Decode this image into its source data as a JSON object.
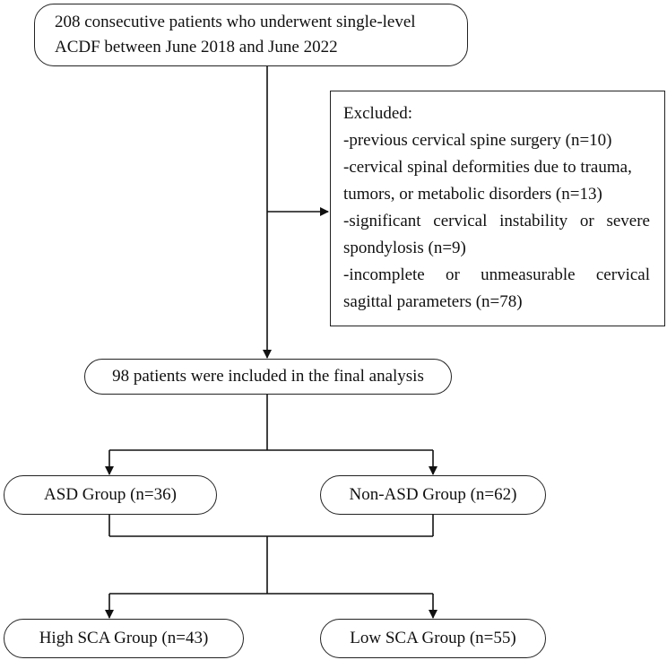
{
  "flowchart": {
    "start": {
      "line1": "208 consecutive patients who underwent single-level",
      "line2": "ACDF between June 2018 and June 2022"
    },
    "excluded": {
      "heading": "Excluded:",
      "lines": [
        "-previous cervical spine surgery (n=10)",
        "-cervical spinal deformities due to trauma,",
        "tumors, or metabolic disorders (n=13)",
        "-significant cervical instability or severe",
        "spondylosis (n=9)",
        "-incomplete or unmeasurable cervical",
        "sagittal parameters (n=78)"
      ]
    },
    "included": "98 patients were included in the final analysis",
    "groups": {
      "asd": "ASD Group (n=36)",
      "non_asd": "Non-ASD Group (n=62)"
    },
    "sca_groups": {
      "high": "High SCA Group (n=43)",
      "low": "Low SCA Group (n=55)"
    }
  }
}
